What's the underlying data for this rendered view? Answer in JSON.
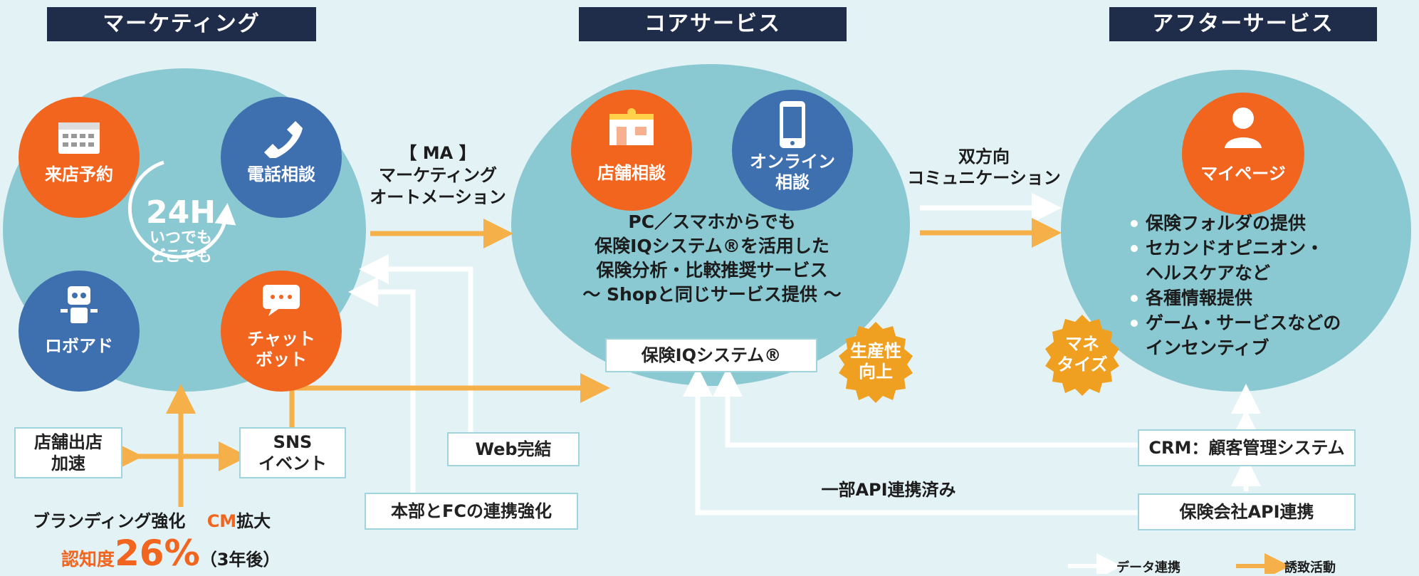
{
  "colors": {
    "navy": "#1f2d4a",
    "orange": "#f2651f",
    "blue": "#3e70b0",
    "circle": "#8ac8d2",
    "arrow_orange": "#f5b04a",
    "background": "#e3f2f4"
  },
  "sections": {
    "marketing": "マーケティング",
    "core": "コアサービス",
    "after": "アフターサービス"
  },
  "marketing": {
    "visit": "来店予約",
    "phone": "電話相談",
    "robo": "ロボアド",
    "chat": "チャット\nボット",
    "h24_big": "24H",
    "h24_small": "いつでも\nどこでも"
  },
  "ma_label": "【 MA 】\nマーケティング\nオートメーション",
  "core": {
    "store": "店舗相談",
    "online": "オンライン\n相談",
    "desc": "PC／スマホからでも\n保険IQシステム®を活用した\n保険分析・比較推奨サービス\n～ Shopと同じサービス提供 ～",
    "system": "保険IQシステム®",
    "productivity": "生産性\n向上"
  },
  "bidirectional": "双方向\nコミュニケーション",
  "after": {
    "mypage": "マイページ",
    "features": [
      "保険フォルダの提供",
      "セカンドオピニオン・\nヘルスケアなど",
      "各種情報提供",
      "ゲーム・サービスなどの\nインセンティブ"
    ],
    "monetize": "マネ\nタイズ"
  },
  "boxes": {
    "store_open": "店舗出店\n加速",
    "sns": "SNS\nイベント",
    "web": "Web完結",
    "hq_fc": "本部とFCの連携強化",
    "crm": "CRM：顧客管理システム",
    "insurer_api": "保険会社API連携"
  },
  "api_label": "一部API連携済み",
  "branding": {
    "prefix": "ブランディング強化",
    "cm_accent": "CM",
    "cm_rest": "拡大"
  },
  "awareness": {
    "label": "認知度",
    "value": "26%",
    "suffix": "（3年後）"
  },
  "legend": {
    "data": "データ連携",
    "attract": "誘致活動"
  }
}
